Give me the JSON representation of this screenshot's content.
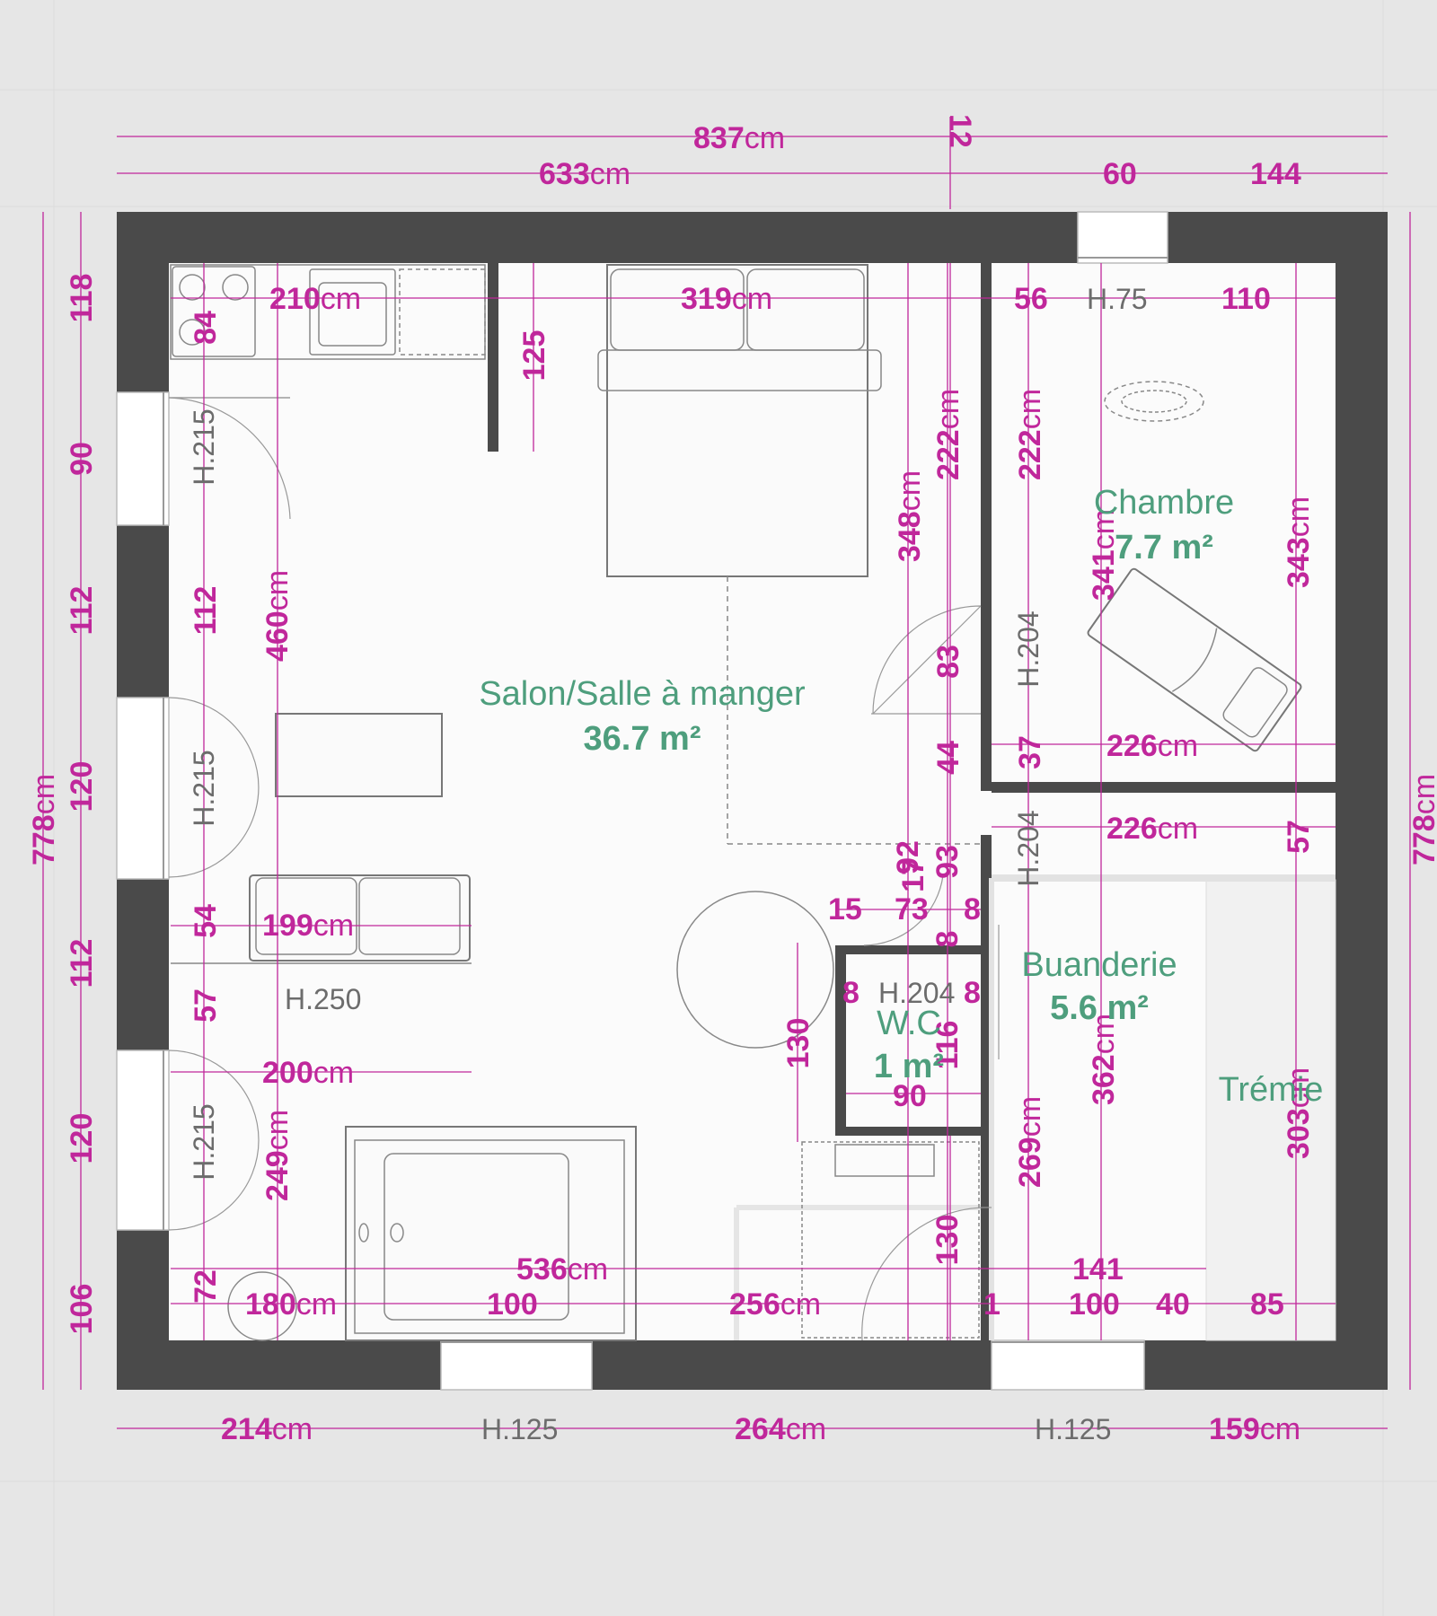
{
  "plan": {
    "rooms": [
      {
        "id": "salon",
        "name": "Salon/Salle à manger",
        "area": "36.7 m²"
      },
      {
        "id": "chambre",
        "name": "Chambre",
        "area": "7.7 m²"
      },
      {
        "id": "buanderie",
        "name": "Buanderie",
        "area": "5.6 m²"
      },
      {
        "id": "wc",
        "name": "W.C",
        "area": "1 m²"
      },
      {
        "id": "tremie",
        "name": "Trémie",
        "area": ""
      }
    ],
    "dims_cm": {
      "total_width": "837",
      "width_main": "633",
      "width_top_a": "60",
      "width_top_b": "144",
      "width_top_small": "12",
      "kitchen": "210",
      "bed_top": "319",
      "chambre_top_a": "56",
      "chambre_top_b": "110",
      "partition": "125",
      "room_height": "460",
      "left_222": "222",
      "right_222": "222",
      "salon_348": "348",
      "chambre_341": "341",
      "chambre_343": "343",
      "door_83": "83",
      "door_44": "44",
      "chambre_37": "37",
      "chambre_226a": "226",
      "chambre_226b": "226",
      "buand_57": "57",
      "wc_92": "92",
      "wc_17": "17",
      "wc_93": "93",
      "wc_15": "15",
      "wc_73": "73",
      "wc_8a": "8",
      "wc_8b": "8",
      "wc_8c": "8",
      "wc_8d": "8",
      "wc_116": "116",
      "wc_90": "90",
      "sofa": "199",
      "sofa_54": "54",
      "sofa_57": "57",
      "tv_200": "200",
      "lower_249": "249",
      "table_130": "130",
      "bath_130": "130",
      "buand_269": "269",
      "buand_362": "362",
      "tremie_303": "303",
      "bottom_536": "536",
      "bottom_141": "141",
      "bottom_180": "180",
      "bottom_100a": "100",
      "bottom_256": "256",
      "bottom_1": "1",
      "bottom_100b": "100",
      "bottom_40": "40",
      "bottom_85": "85",
      "left_72": "72",
      "left_112a": "112",
      "outer_118": "118",
      "outer_90": "90",
      "outer_112a": "112",
      "outer_120a": "120",
      "outer_112b": "112",
      "outer_120b": "120",
      "outer_106": "106",
      "height_total": "778",
      "height_total_right": "778",
      "bottom_214": "214",
      "bottom_264": "264",
      "bottom_159": "159",
      "kitchen_84": "84"
    },
    "unit": "cm",
    "heights": {
      "window_top": "H.75",
      "door_left": "H.215",
      "win_left_a": "H.215",
      "win_left_b": "H.215",
      "chambre_door": "H.204",
      "buand_door": "H.204",
      "wc_door": "H.204",
      "ceiling": "H.250",
      "win_bottom_a": "H.125",
      "win_bottom_b": "H.125"
    },
    "colors": {
      "dimension": "#c0279b",
      "room_label": "#4e9e7d",
      "wall": "#4a4a4a",
      "height_label": "#6c6c6c"
    }
  }
}
